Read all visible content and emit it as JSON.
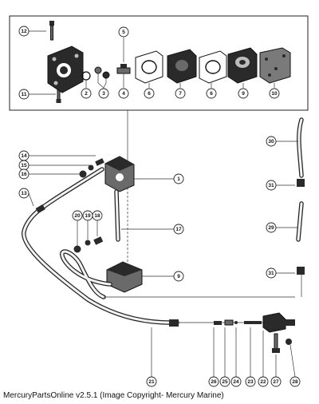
{
  "footer": {
    "text": "MercuryPartsOnline v2.5.1 (Image Copyright- Mercury Marine)"
  },
  "callouts": [
    {
      "id": "c12",
      "label": "12"
    },
    {
      "id": "c5",
      "label": "5"
    },
    {
      "id": "c11",
      "label": "11"
    },
    {
      "id": "c2",
      "label": "2"
    },
    {
      "id": "c3",
      "label": "3"
    },
    {
      "id": "c4",
      "label": "4"
    },
    {
      "id": "c6a",
      "label": "6"
    },
    {
      "id": "c7",
      "label": "7"
    },
    {
      "id": "c6b",
      "label": "6"
    },
    {
      "id": "c9a",
      "label": "9"
    },
    {
      "id": "c10",
      "label": "10"
    },
    {
      "id": "c14",
      "label": "14"
    },
    {
      "id": "c15",
      "label": "15"
    },
    {
      "id": "c16",
      "label": "16"
    },
    {
      "id": "c13",
      "label": "13"
    },
    {
      "id": "c1",
      "label": "1"
    },
    {
      "id": "c20",
      "label": "20"
    },
    {
      "id": "c19",
      "label": "19"
    },
    {
      "id": "c18",
      "label": "18"
    },
    {
      "id": "c17",
      "label": "17"
    },
    {
      "id": "c9b",
      "label": "9"
    },
    {
      "id": "c30",
      "label": "30"
    },
    {
      "id": "c31a",
      "label": "31"
    },
    {
      "id": "c29",
      "label": "29"
    },
    {
      "id": "c31b",
      "label": "31"
    },
    {
      "id": "c21",
      "label": "21"
    },
    {
      "id": "c26",
      "label": "26"
    },
    {
      "id": "c25",
      "label": "25"
    },
    {
      "id": "c24",
      "label": "24"
    },
    {
      "id": "c23",
      "label": "23"
    },
    {
      "id": "c22",
      "label": "22"
    },
    {
      "id": "c27",
      "label": "27"
    },
    {
      "id": "c28",
      "label": "28"
    }
  ]
}
